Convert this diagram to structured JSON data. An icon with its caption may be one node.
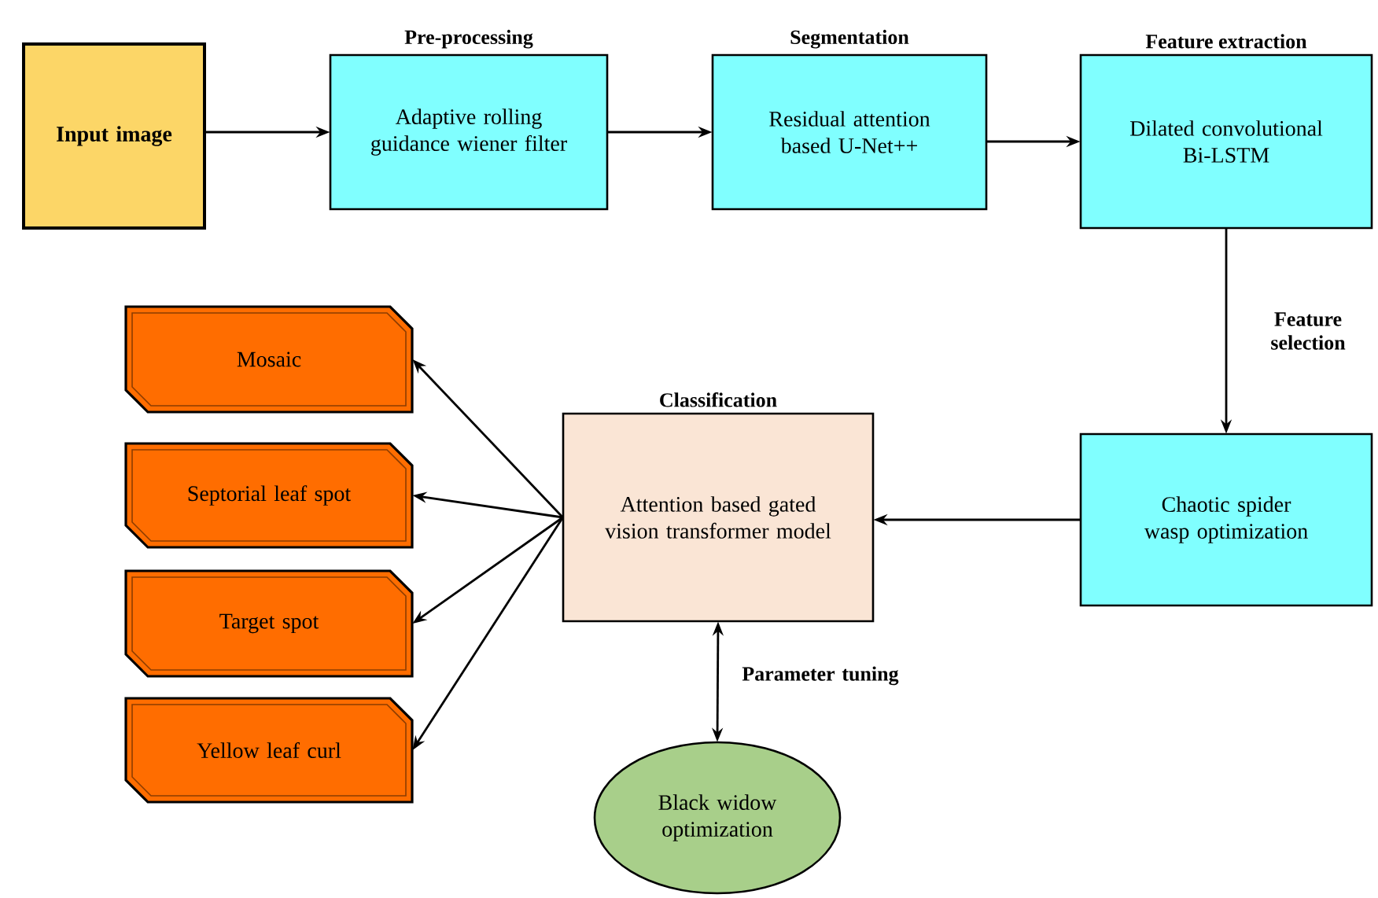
{
  "diagram": {
    "nodes": [
      {
        "text": [
          "Input image"
        ]
      },
      {
        "text": [
          "Pre-processing",
          "Adaptive rolling guidance wiener filter"
        ]
      },
      {
        "text": [
          "Segmentation",
          "Residual attention based U-Net++"
        ]
      },
      {
        "text": [
          "Feature extraction",
          "Dilated convolutional Bi-LSTM"
        ]
      },
      {
        "text": [
          "Chaotic spider wasp optimization"
        ]
      },
      {
        "text": [
          "Classification",
          "Attention based gated vision transformer model"
        ]
      },
      {
        "text": [
          "Mosaic"
        ]
      },
      {
        "text": [
          "Septorial leaf spot"
        ]
      },
      {
        "text": [
          "Target spot"
        ]
      },
      {
        "text": [
          "Yellow leaf curl"
        ]
      },
      {
        "text": [
          "Black widow optimization"
        ]
      }
    ],
    "edges": [
      {
        "from": 0,
        "to": 1,
        "arrow": "to"
      },
      {
        "from": 1,
        "to": 2,
        "arrow": "to"
      },
      {
        "from": 2,
        "to": 3,
        "arrow": "to"
      },
      {
        "from": 3,
        "to": 4,
        "arrow": "to",
        "label": "Feature selection"
      },
      {
        "from": 4,
        "to": 5,
        "arrow": "to"
      },
      {
        "from": 5,
        "to": 6,
        "arrow": "to"
      },
      {
        "from": 5,
        "to": 7,
        "arrow": "to"
      },
      {
        "from": 5,
        "to": 8,
        "arrow": "to"
      },
      {
        "from": 5,
        "to": 9,
        "arrow": "to"
      },
      {
        "from": 5,
        "to": 10,
        "arrow": "both",
        "label": "Parameter tuning"
      }
    ]
  }
}
